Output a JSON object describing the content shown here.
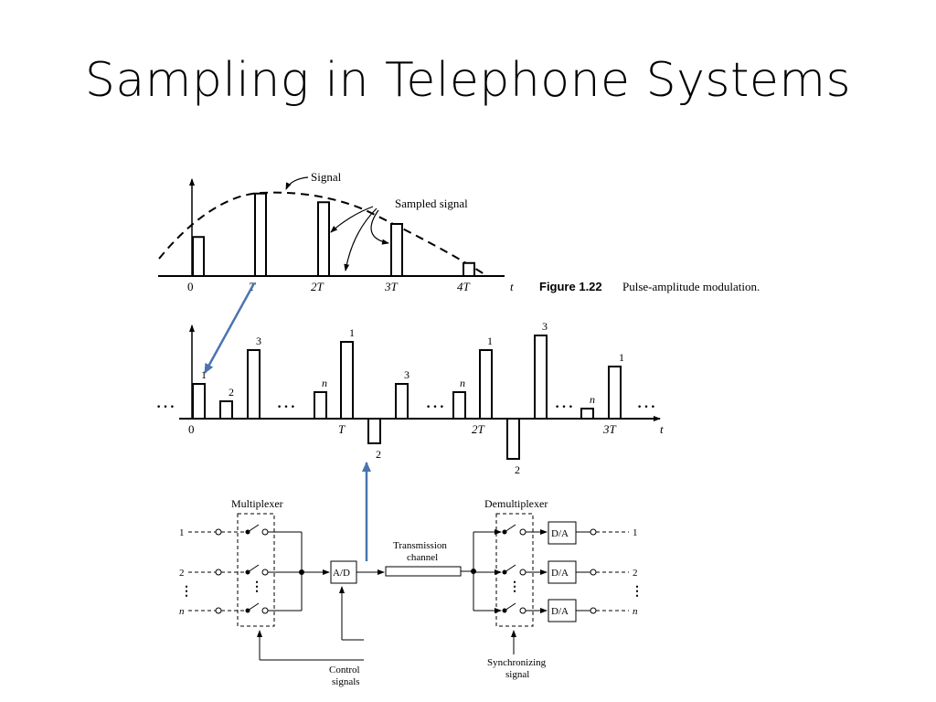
{
  "slide": {
    "title": "Sampling in Telephone Systems"
  },
  "pam_figure": {
    "caption_number": "Figure 1.22",
    "caption_text": "Pulse-amplitude modulation.",
    "signal_label": "Signal",
    "sampled_label": "Sampled signal",
    "axis_ticks": [
      "0",
      "T",
      "2T",
      "3T",
      "4T"
    ],
    "axis_var": "t",
    "samples": [
      0.45,
      0.95,
      0.85,
      0.6,
      0.15
    ]
  },
  "tdm_figure": {
    "axis_var": "t",
    "axis_ticks": [
      "0",
      "T",
      "2T",
      "3T"
    ],
    "ellipsis": "…",
    "pulse_labels": [
      "1",
      "2",
      "3",
      "n",
      "1",
      "2",
      "3",
      "n",
      "1",
      "2",
      "3",
      "n",
      "1"
    ]
  },
  "block_diagram": {
    "multiplexer_label": "Multiplexer",
    "demultiplexer_label": "Demultiplexer",
    "adc_label": "A/D",
    "dac_label": "D/A",
    "channel_label_line1": "Transmission",
    "channel_label_line2": "channel",
    "control_label_line1": "Control",
    "control_label_line2": "signals",
    "sync_label_line1": "Synchronizing",
    "sync_label_line2": "signal",
    "input_labels": [
      "1",
      "2",
      "n"
    ],
    "output_labels": [
      "1",
      "2",
      "n"
    ],
    "vertical_dots": "⋮"
  },
  "annotation_colors": {
    "arrow": "#4a74b0"
  }
}
